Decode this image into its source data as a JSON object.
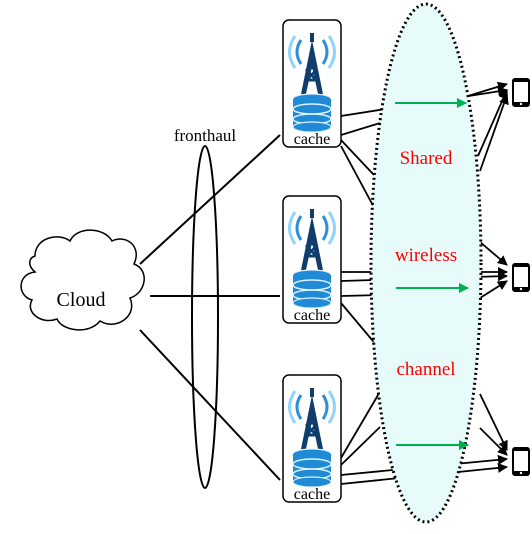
{
  "labels": {
    "cloud": "Cloud",
    "fronthaul": "fronthaul",
    "cache": "cache",
    "shared": "Shared",
    "wireless": "wireless",
    "channel": "channel"
  },
  "colors": {
    "line": "#000000",
    "cloud_stroke": "#000000",
    "channel_fill": "#e8fbfb",
    "channel_text": "#ff0000",
    "arrow_green": "#00b050",
    "antenna_blue": "#2e8fd8",
    "db_blue": "#1f8ad6",
    "db_light": "#dff1ff"
  },
  "icons": {
    "cloud": "cloud-icon",
    "bs": "antenna-tower-icon",
    "db": "database-icon",
    "device": "mobile-device-icon"
  }
}
